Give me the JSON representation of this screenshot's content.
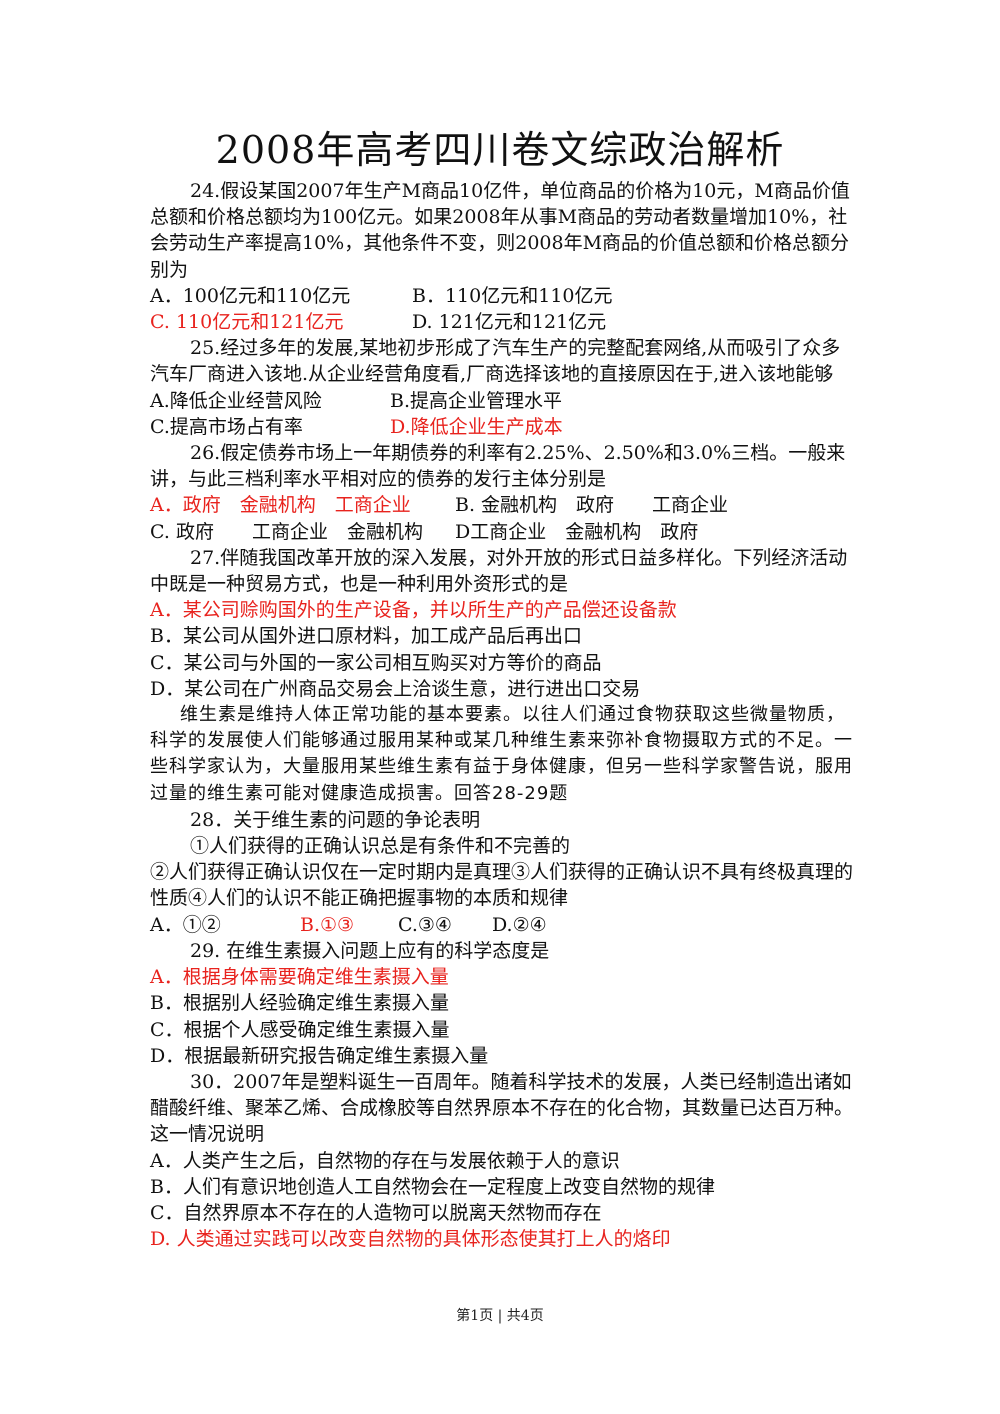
{
  "title": "2008年高考四川卷文综政治解析",
  "q24": {
    "stem": "24.假设某国2007年生产M商品10亿件，单位商品的价格为10元，M商品价值总额和价格总额均为100亿元。如果2008年从事M商品的劳动者数量增加10%，社会劳动生产率提高10%，其他条件不变，则2008年M商品的价值总额和价格总额分别为",
    "a": "A．100亿元和110亿元",
    "b": "B．110亿元和110亿元",
    "c": "C. 110亿元和121亿元",
    "d": "D. 121亿元和121亿元"
  },
  "q25": {
    "stem": "25.经过多年的发展,某地初步形成了汽车生产的完整配套网络,从而吸引了众多汽车厂商进入该地.从企业经营角度看,厂商选择该地的直接原因在于,进入该地能够",
    "a": "A.降低企业经营风险",
    "b": "B.提高企业管理水平",
    "c": "C.提高市场占有率",
    "d": "D.降低企业生产成本"
  },
  "q26": {
    "stem": "26.假定债券市场上一年期债券的利率有2.25%、2.50%和3.0%三档。一般来讲，与此三档利率水平相对应的债券的发行主体分别是",
    "a": "A．政府　金融机构　工商企业",
    "b": "B. 金融机构　政府　　工商企业",
    "c": "C. 政府　　工商企业　金融机构",
    "d": "D工商企业　金融机构　政府"
  },
  "q27": {
    "stem": "27.伴随我国改革开放的深入发展，对外开放的形式日益多样化。下列经济活动中既是一种贸易方式，也是一种利用外资形式的是",
    "a": "A．某公司赊购国外的生产设备，并以所生产的产品偿还设备款",
    "b": "B．某公司从国外进口原材料，加工成产品后再出口",
    "c": "C．某公司与外国的一家公司相互购买对方等价的商品",
    "d": "D．某公司在广州商品交易会上洽谈生意，进行进出口交易"
  },
  "passage": "维生素是维持人体正常功能的基本要素。以往人们通过食物获取这些微量物质，科学的发展使人们能够通过服用某种或某几种维生素来弥补食物摄取方式的不足。一些科学家认为，大量服用某些维生素有益于身体健康，但另一些科学家警告说，服用过量的维生素可能对健康造成损害。回答28-29题",
  "q28": {
    "stem": "28．关于维生素的问题的争论表明",
    "s1": "①人们获得的正确认识总是有条件和不完善的",
    "s234": "②人们获得正确认识仅在一定时期内是真理③人们获得的正确认识不具有终极真理的性质④人们的认识不能正确把握事物的本质和规律",
    "a": "A．①②",
    "b": "B.①③",
    "c": "C.③④",
    "d": "D.②④"
  },
  "q29": {
    "stem": "29. 在维生素摄入问题上应有的科学态度是",
    "a": "A．根据身体需要确定维生素摄入量",
    "b": "B．根据别人经验确定维生素摄入量",
    "c": "C．根据个人感受确定维生素摄入量",
    "d": "D．根据最新研究报告确定维生素摄入量"
  },
  "q30": {
    "stem": "30．2007年是塑料诞生一百周年。随着科学技术的发展，人类已经制造出诸如醋酸纤维、聚苯乙烯、合成橡胶等自然界原本不存在的化合物，其数量已达百万种。这一情况说明",
    "a": "A．人类产生之后，自然物的存在与发展依赖于人的意识",
    "b": "B．人们有意识地创造人工自然物会在一定程度上改变自然物的规律",
    "c": "C．自然界原本不存在的人造物可以脱离天然物而存在",
    "d": "D. 人类通过实践可以改变自然物的具体形态使其打上人的烙印"
  },
  "footer": "第1页 | 共4页",
  "colors": {
    "answer": "#e8231e",
    "text": "#111111"
  }
}
